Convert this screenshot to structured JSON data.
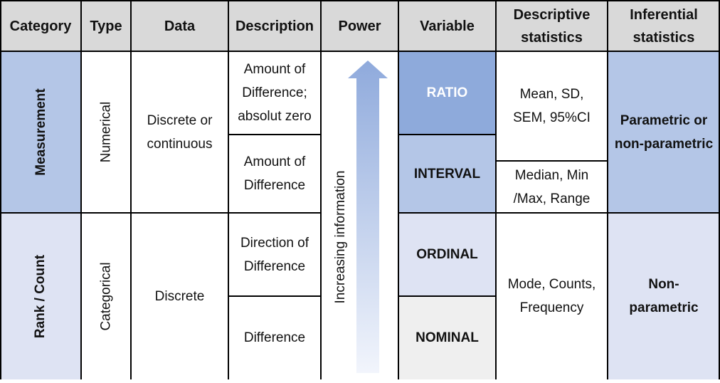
{
  "headers": {
    "category": "Category",
    "type": "Type",
    "data": "Data",
    "description": "Description",
    "power": "Power",
    "variable": "Variable",
    "descriptive": "Descriptive statistics",
    "inferential": "Inferential statistics"
  },
  "category": {
    "measurement": "Measurement",
    "rank": "Rank / Count"
  },
  "type": {
    "numerical": "Numerical",
    "categorical": "Categorical"
  },
  "data": {
    "measurement": "Discrete or continuous",
    "rank": "Discrete"
  },
  "description": {
    "ratio": "Amount of Difference; absolut zero",
    "interval": "Amount of Difference",
    "ordinal": "Direction of Difference",
    "nominal": "Difference"
  },
  "power": {
    "arrow_label": "Increasing information"
  },
  "variable": {
    "ratio": "RATIO",
    "interval": "INTERVAL",
    "ordinal": "ORDINAL",
    "nominal": "NOMINAL"
  },
  "descriptive": {
    "ratio": "Mean, SD, SEM, 95%CI",
    "interval": "Median, Min /Max, Range",
    "ordinal_nominal": "Mode, Counts, Frequency"
  },
  "inferential": {
    "measurement": "Parametric or non-parametric",
    "rank": "Non-parametric"
  },
  "colors": {
    "header_bg": "#d9d9d9",
    "measurement_bg": "#b4c6e7",
    "rank_bg": "#dee3f3",
    "ratio_bg": "#8eaadb",
    "nominal_bg": "#efefef",
    "arrow_top": "#8faadc",
    "arrow_bottom": "#f2f5fc"
  }
}
